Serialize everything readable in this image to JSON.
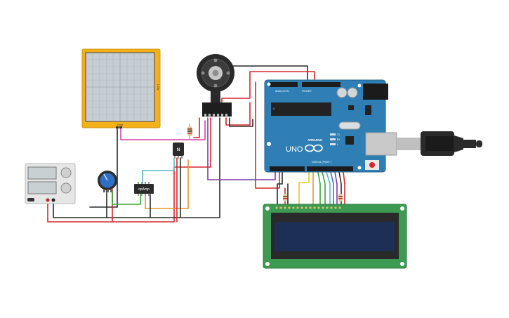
{
  "canvas": {
    "background": "#ffffff"
  },
  "oscilloscope": {
    "label": "1 Div",
    "time_label": "Time"
  },
  "transistor": {
    "label": "N"
  },
  "opamp": {
    "label": "opAmp"
  },
  "arduino": {
    "brand": "ARDUINO",
    "model": "UNO",
    "power_label": "POWER",
    "analog_label": "ANALOG IN",
    "digital_label": "DIGITAL (PWM~)",
    "tx_label": "TX",
    "rx_label": "RX",
    "l_label": "L",
    "board_color": "#2f7fb5"
  },
  "lcd": {
    "board_color": "#3d9a52",
    "screen_color": "#1d2f55"
  },
  "wire_colors": {
    "black": "#2a2a2a",
    "red": "#d6262b",
    "magenta": "#d640a8",
    "orange": "#e8962a",
    "green": "#3ca53c",
    "teal": "#56bcc7",
    "purple": "#7c3aa8",
    "yellow": "#e7c52a",
    "blue": "#3f6fd0"
  }
}
